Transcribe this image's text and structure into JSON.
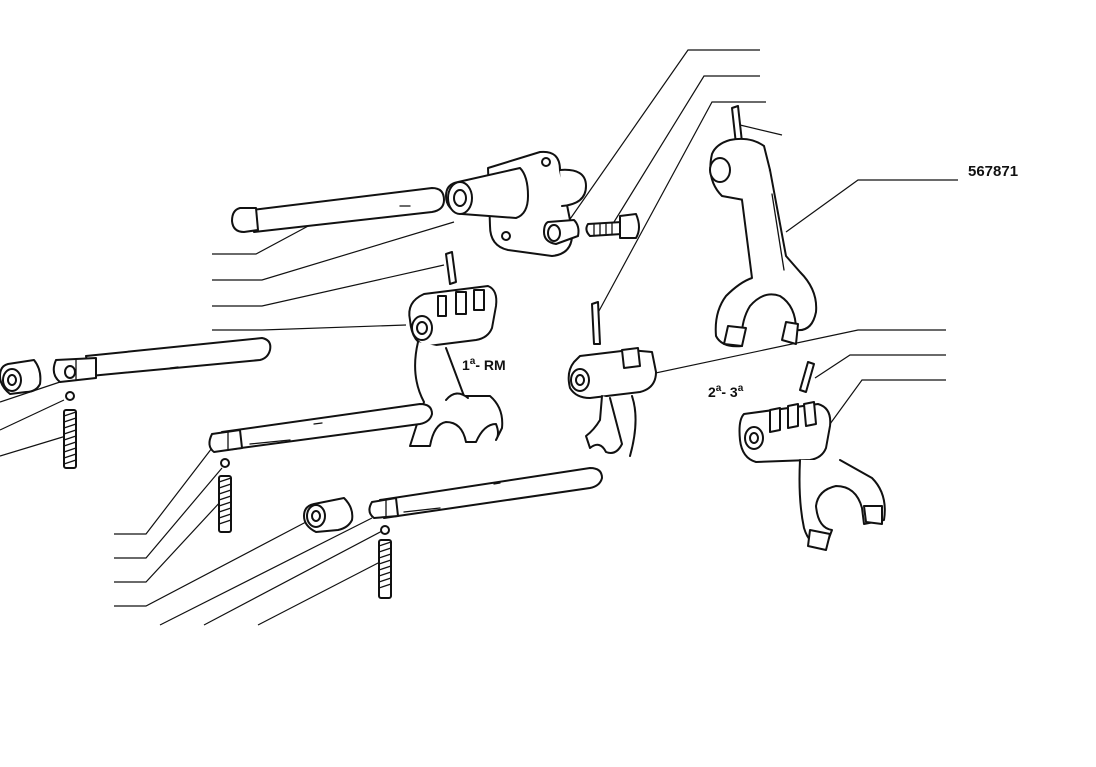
{
  "diagram": {
    "part_number": "567871",
    "fork_label_1": {
      "main": "1",
      "sup": "a",
      "rest": "- RM"
    },
    "fork_label_2": {
      "a": "2",
      "a_sup": "a",
      "b": "- 3",
      "b_sup": "a"
    }
  }
}
